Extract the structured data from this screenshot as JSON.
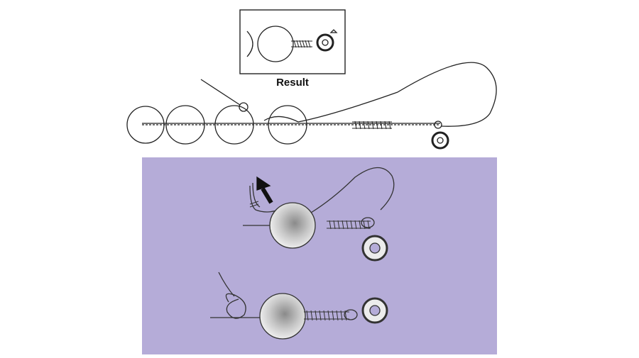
{
  "diagram": {
    "result_label": "Result",
    "colors": {
      "background": "#ffffff",
      "line": "#222222",
      "panel": "#b5acd8",
      "bead_light": "#f2f2f2",
      "bead_dark": "#9a9a9a",
      "arrow": "#111111"
    },
    "icons": [
      "bead",
      "wire",
      "crimp-coil",
      "spring-ring-clasp",
      "direction-arrow",
      "knot"
    ]
  }
}
